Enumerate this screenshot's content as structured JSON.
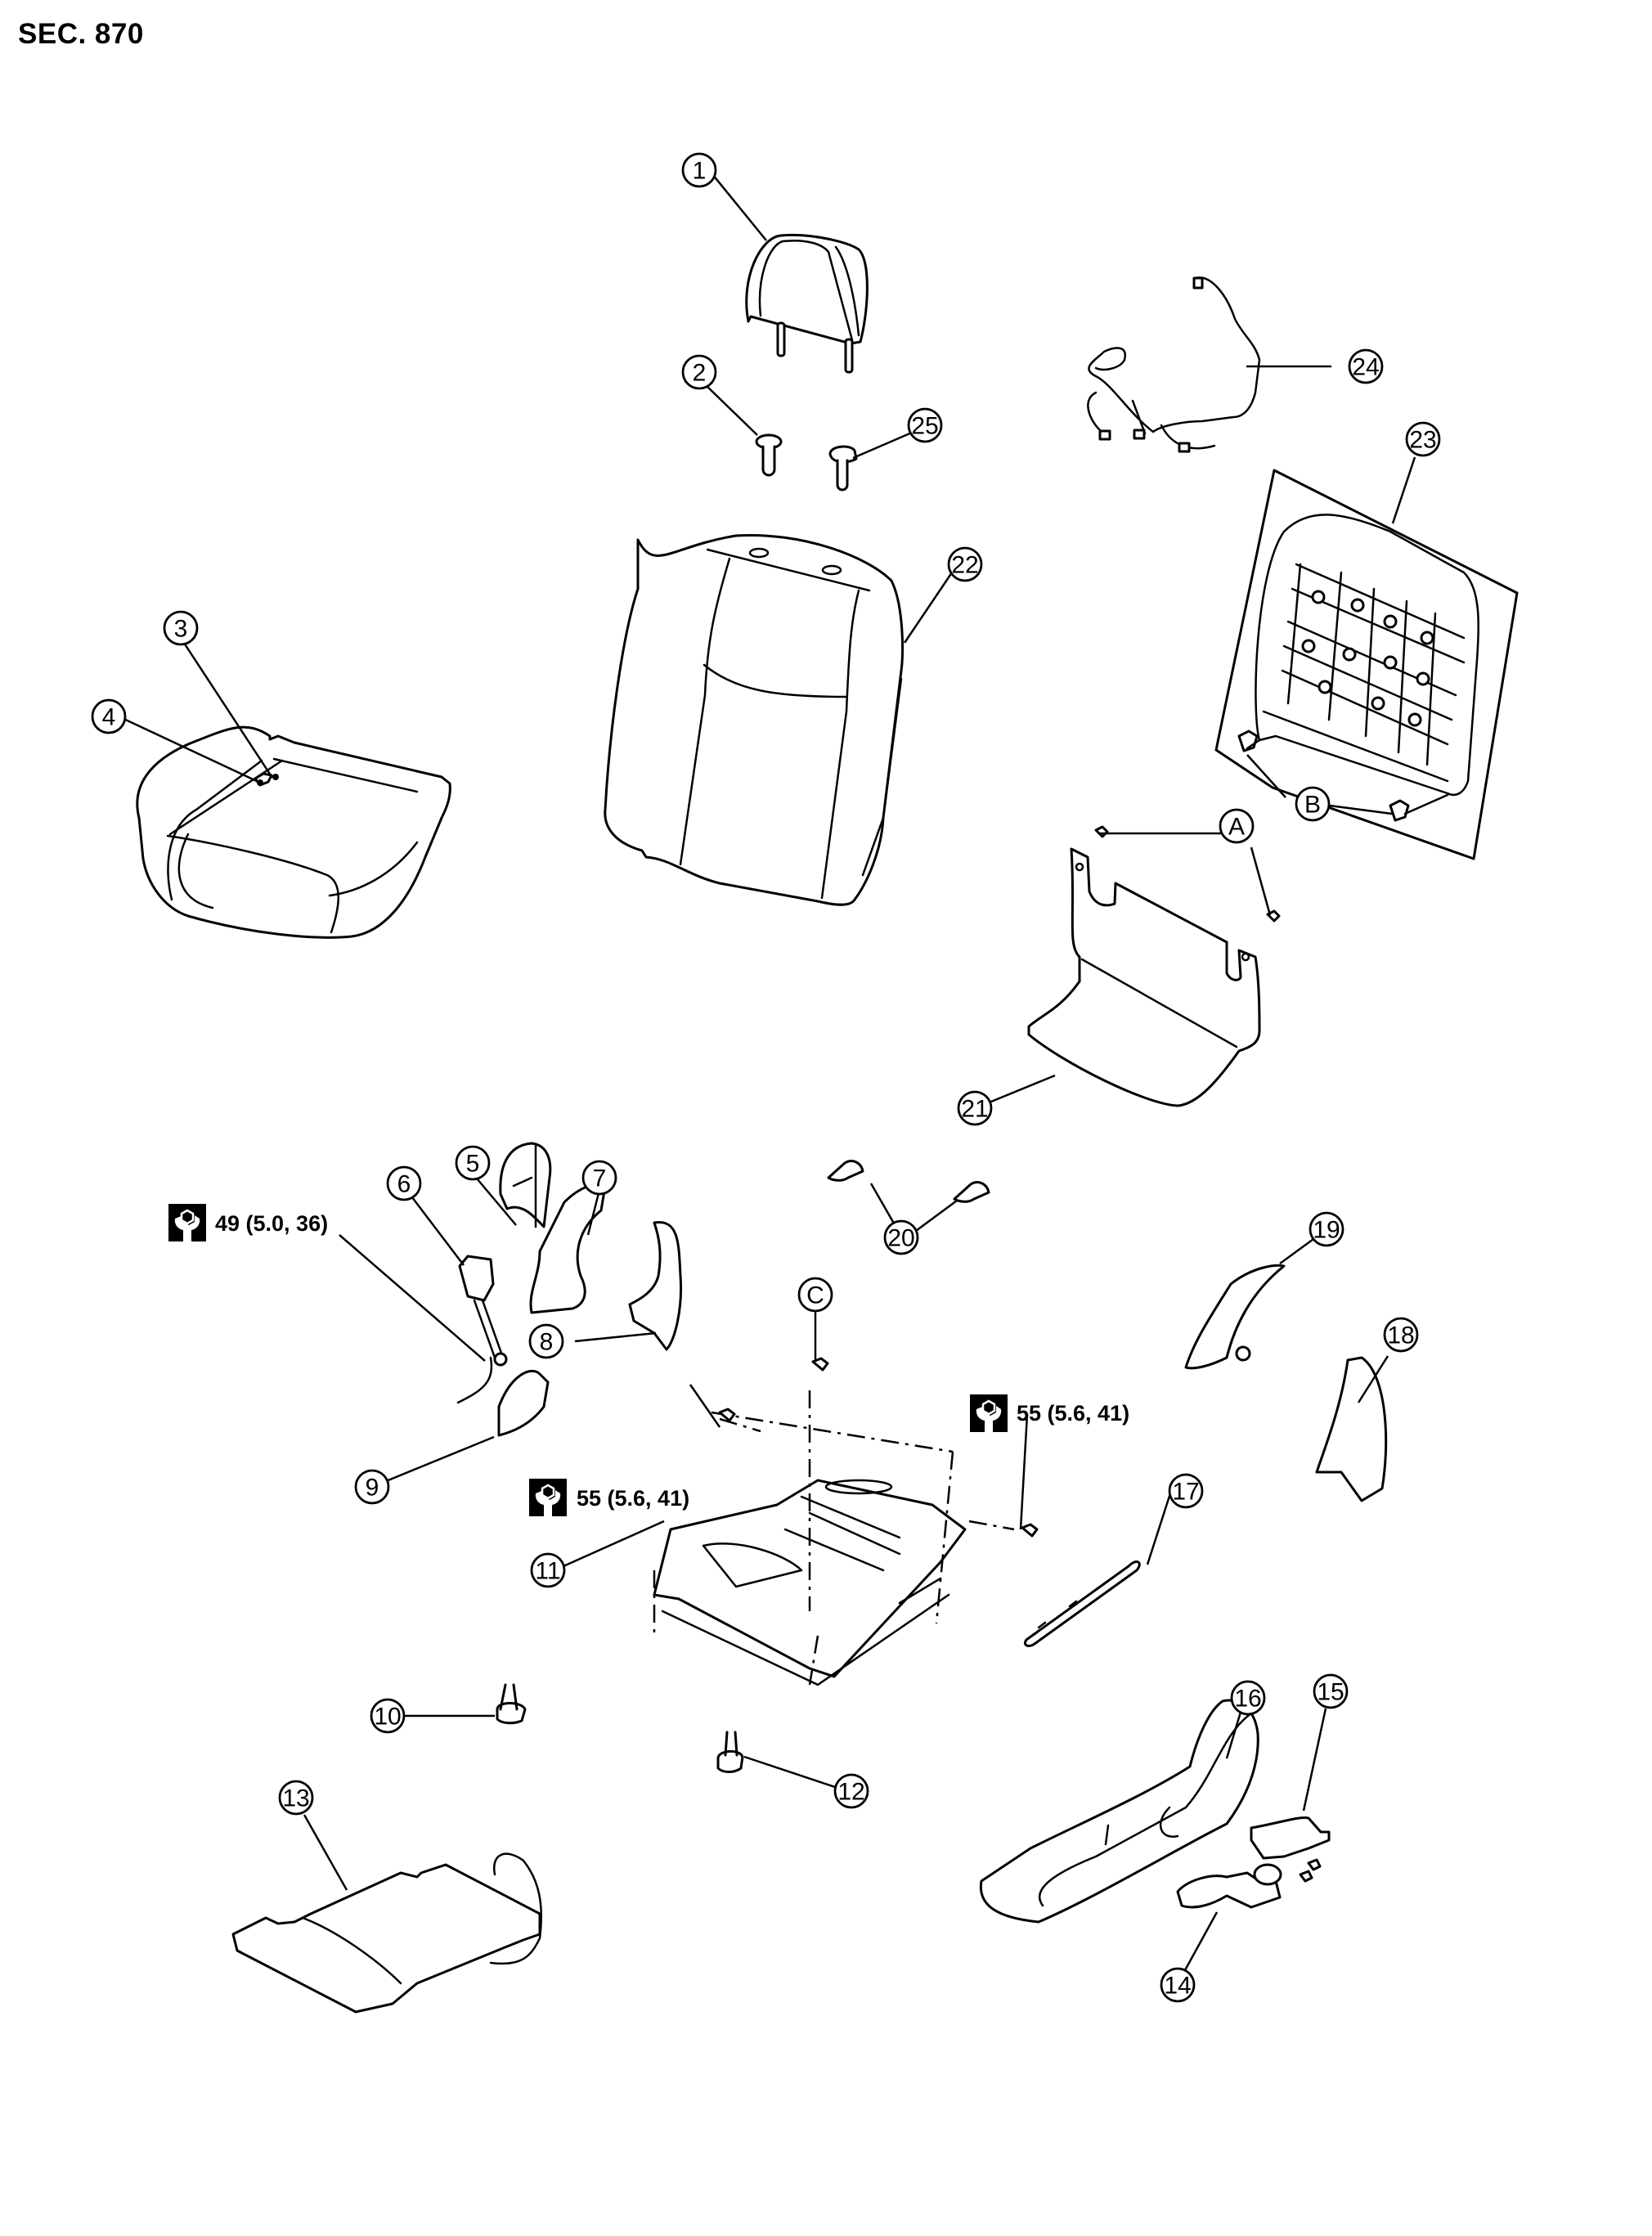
{
  "header": {
    "section": "SEC. 870"
  },
  "callouts": [
    {
      "id": "1",
      "label": "1"
    },
    {
      "id": "2",
      "label": "2"
    },
    {
      "id": "3",
      "label": "3"
    },
    {
      "id": "4",
      "label": "4"
    },
    {
      "id": "5",
      "label": "5"
    },
    {
      "id": "6",
      "label": "6"
    },
    {
      "id": "7",
      "label": "7"
    },
    {
      "id": "8",
      "label": "8"
    },
    {
      "id": "9",
      "label": "9"
    },
    {
      "id": "10",
      "label": "10"
    },
    {
      "id": "11",
      "label": "11"
    },
    {
      "id": "12",
      "label": "12"
    },
    {
      "id": "13",
      "label": "13"
    },
    {
      "id": "14",
      "label": "14"
    },
    {
      "id": "15",
      "label": "15"
    },
    {
      "id": "16",
      "label": "16"
    },
    {
      "id": "17",
      "label": "17"
    },
    {
      "id": "18",
      "label": "18"
    },
    {
      "id": "19",
      "label": "19"
    },
    {
      "id": "20",
      "label": "20"
    },
    {
      "id": "21",
      "label": "21"
    },
    {
      "id": "22",
      "label": "22"
    },
    {
      "id": "23",
      "label": "23"
    },
    {
      "id": "24",
      "label": "24"
    },
    {
      "id": "25",
      "label": "25"
    },
    {
      "id": "A",
      "label": "A"
    },
    {
      "id": "B",
      "label": "B"
    },
    {
      "id": "C",
      "label": "C"
    }
  ],
  "torque_specs": [
    {
      "id": "seatbelt-buckle-bolt",
      "icon": "torque-wrench-icon",
      "text": "49 (5.0, 36)"
    },
    {
      "id": "seat-frame-bolt-left",
      "icon": "torque-wrench-icon",
      "text": "55 (5.6, 41)"
    },
    {
      "id": "seat-frame-bolt-right",
      "icon": "torque-wrench-icon",
      "text": "55 (5.6, 41)"
    }
  ]
}
